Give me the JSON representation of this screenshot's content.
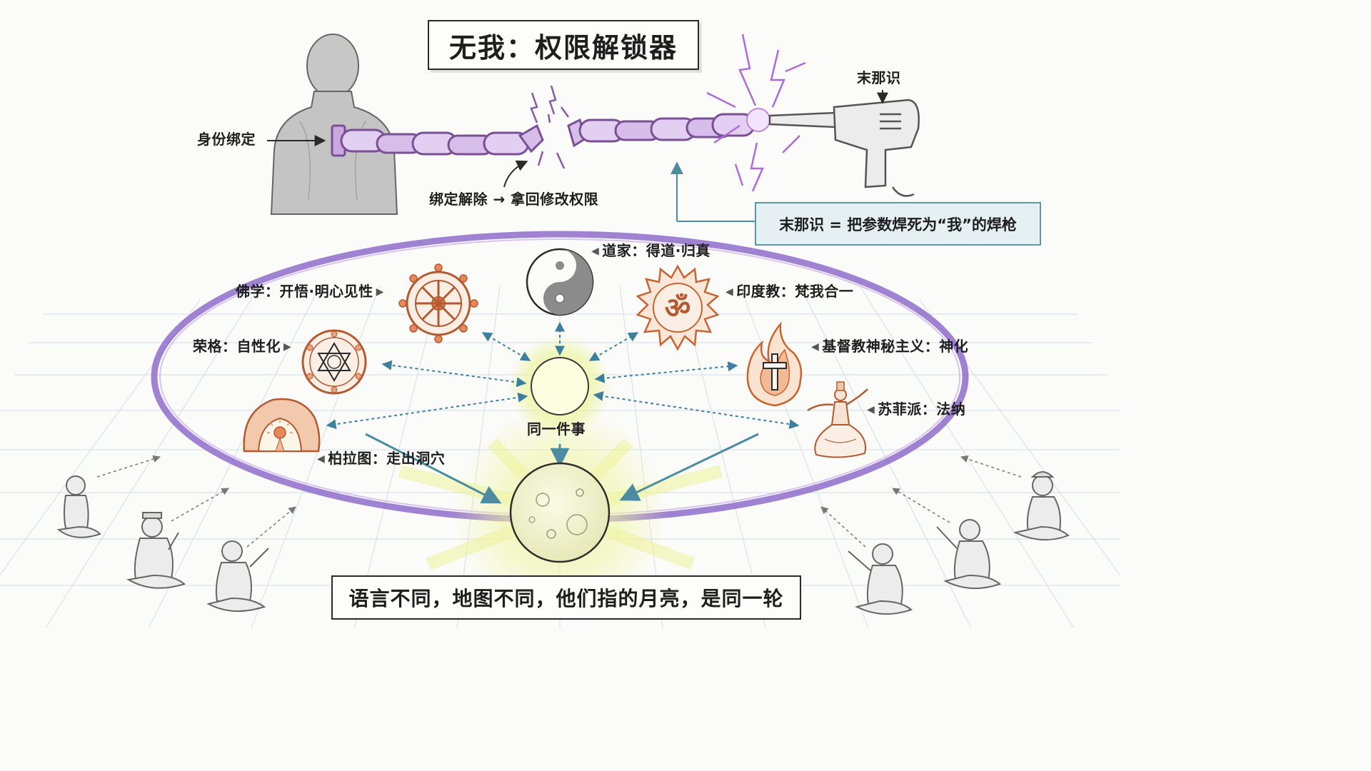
{
  "title": "无我：权限解锁器",
  "identity_label": "身份绑定",
  "release_label": "绑定解除 → 拿回修改权限",
  "gun_label": "末那识",
  "note": "末那识 = 把参数焊死为“我”的焊枪",
  "center_label": "同一件事",
  "bottom_text": "语言不同，地图不同，他们指的月亮，是同一轮",
  "traditions": {
    "daoism": "道家：得道·归真",
    "buddhism": "佛学：开悟·明心见性",
    "hinduism": "印度教：梵我合一",
    "jung": "荣格：自性化",
    "christian": "基督教神秘主义：神化",
    "sufi": "苏菲派：法纳",
    "plato": "柏拉图：走出洞穴"
  },
  "om_glyph": "ॐ",
  "colors": {
    "chain": "#c9a8e0",
    "chain_stroke": "#7a4f93",
    "ellipse": "#8e6cc9",
    "note_fill": "#e6f0f3",
    "note_border": "#5c97a8",
    "symbol_accent": "#e8875a",
    "glow": "#eef6a0",
    "grid": "#c7d6e4"
  },
  "icons": [
    "person-silhouette-icon",
    "chain-icon",
    "welding-gun-icon",
    "yin-yang-icon",
    "dharma-wheel-icon",
    "om-sun-icon",
    "star-of-david-mandala-icon",
    "flame-cross-icon",
    "whirling-dervish-icon",
    "cave-icon",
    "glowing-orb-icon",
    "moon-icon",
    "seated-sage-icon"
  ]
}
